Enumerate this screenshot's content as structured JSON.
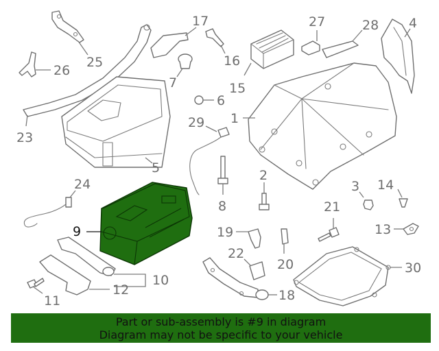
{
  "callouts": {
    "c1": "1",
    "c2": "2",
    "c3": "3",
    "c4": "4",
    "c5": "5",
    "c6": "6",
    "c7": "7",
    "c8": "8",
    "c9": "9",
    "c10": "10",
    "c11": "11",
    "c12": "12",
    "c13": "13",
    "c14": "14",
    "c15": "15",
    "c16": "16",
    "c17": "17",
    "c18": "18",
    "c19": "19",
    "c20": "20",
    "c21": "21",
    "c22": "22",
    "c23": "23",
    "c24": "24",
    "c25": "25",
    "c26": "26",
    "c27": "27",
    "c28": "28",
    "c29": "29",
    "c30": "30"
  },
  "highlight": {
    "part_number": "9",
    "color": "#1f6e10"
  },
  "banner": {
    "line1": "Part or sub-assembly is #9 in diagram",
    "line2": "Diagram may not be specific to your vehicle"
  }
}
